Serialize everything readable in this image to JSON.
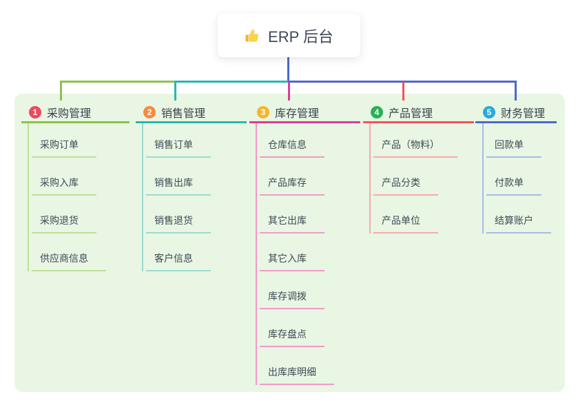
{
  "root": {
    "title": "ERP 后台",
    "icon": "thumbs-up-icon"
  },
  "colors": {
    "panel_background": "#e8f6e3",
    "root_connector": "#4a68cc",
    "text": "#3c4858"
  },
  "branches": [
    {
      "index": "1",
      "label": "采购管理",
      "badge_color": "#f0485f",
      "line_color": "#8bc34a",
      "child_line_color": "#bedf97",
      "children": [
        "采购订单",
        "采购入库",
        "采购退货",
        "供应商信息"
      ]
    },
    {
      "index": "2",
      "label": "销售管理",
      "badge_color": "#f78b3d",
      "line_color": "#27b7ae",
      "child_line_color": "#9bd9d3",
      "children": [
        "销售订单",
        "销售出库",
        "销售退货",
        "客户信息"
      ]
    },
    {
      "index": "3",
      "label": "库存管理",
      "badge_color": "#f5b52e",
      "line_color": "#d83e96",
      "child_line_color": "#f09ac8",
      "children": [
        "仓库信息",
        "产品库存",
        "其它出库",
        "其它入库",
        "库存调拨",
        "库存盘点",
        "出库库明细"
      ]
    },
    {
      "index": "4",
      "label": "产品管理",
      "badge_color": "#2ab155",
      "line_color": "#f4515f",
      "child_line_color": "#f9a7ae",
      "children": [
        "产品（物料）",
        "产品分类",
        "产品单位"
      ]
    },
    {
      "index": "5",
      "label": "财务管理",
      "badge_color": "#2aa8e0",
      "line_color": "#4a68cc",
      "child_line_color": "#a8bae8",
      "children": [
        "回款单",
        "付款单",
        "结算账户"
      ]
    }
  ]
}
